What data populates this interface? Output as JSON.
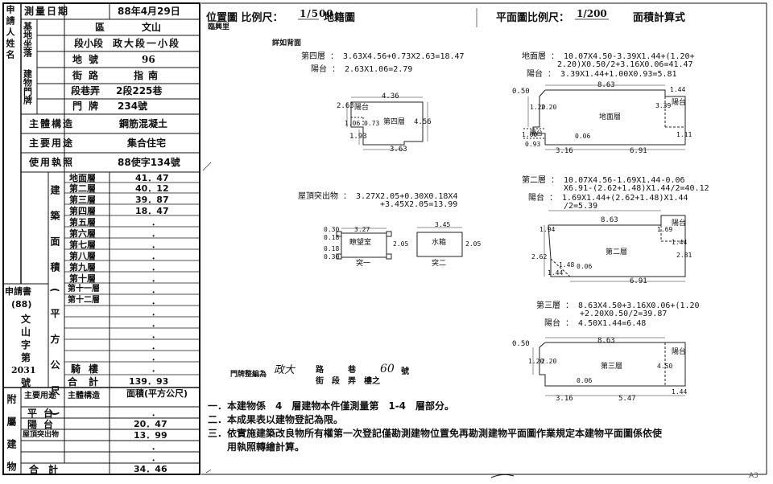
{
  "left_table": {
    "applicant_label": "申請人姓名",
    "survey_date_label": "測量日期",
    "survey_date_value": "88年4月29日",
    "base_label": "基地坐落",
    "district_label": "區",
    "district_value": "文山",
    "section_label": "段小段",
    "section_value": "政大段一小段",
    "lot_label": "地號",
    "lot_value": "96",
    "bldg_addr_label": "建物門牌",
    "street_label": "街路",
    "street_value": "指南",
    "lane_label": "段巷弄",
    "lane_value": "2段225巷",
    "door_label": "門牌",
    "door_value": "234號",
    "structure_label": "主體構造",
    "structure_value": "鋼筋混凝土",
    "use_label": "主要用途",
    "use_value": "集合住宅",
    "permit_label": "使用執照",
    "permit_value": "88使字134號",
    "area_section_label": "建築面積(平方公尺)",
    "floor_rows": [
      {
        "name": "地面層",
        "value": "41．47"
      },
      {
        "name": "第二層",
        "value": "40．12"
      },
      {
        "name": "第三層",
        "value": "39．87"
      },
      {
        "name": "第四層",
        "value": "18．47"
      },
      {
        "name": "第五層",
        "value": "．"
      },
      {
        "name": "第六層",
        "value": "．"
      },
      {
        "name": "第七層",
        "value": "．"
      },
      {
        "name": "第八層",
        "value": "．"
      },
      {
        "name": "第九層",
        "value": "．"
      },
      {
        "name": "第十層",
        "value": "．"
      },
      {
        "name": "第十一層",
        "value": "．"
      },
      {
        "name": "第十二層",
        "value": "．"
      },
      {
        "name": "",
        "value": "．"
      },
      {
        "name": "",
        "value": "．"
      },
      {
        "name": "",
        "value": "．"
      },
      {
        "name": "",
        "value": "．"
      },
      {
        "name": "",
        "value": "．"
      },
      {
        "name": "騎樓",
        "value": "．"
      },
      {
        "name": "合計",
        "value": "139．93"
      }
    ],
    "app_book_label": "申請書",
    "app_book_lines": [
      "(88)",
      "文",
      "山",
      "字",
      "第",
      "2031",
      "號"
    ],
    "annex_header": [
      "附屬建物",
      "主要用途",
      "主體構造",
      "面積(平方公尺)"
    ],
    "annex_rows": [
      {
        "use": "平台",
        "value": "．"
      },
      {
        "use": "陽台",
        "value": "20．47"
      },
      {
        "use": "屋頂突出物",
        "value": "13．99"
      },
      {
        "use": "",
        "value": "．"
      },
      {
        "use": "",
        "value": "．"
      },
      {
        "use": "合計",
        "value": "34．46"
      }
    ]
  },
  "diagram": {
    "location_title": "位置圖 比例尺：",
    "location_scale": "1/500",
    "cadastral": "地籍圖",
    "stamp_note": "臨興里",
    "detail_note": "詳如背面",
    "plan_title": "平面圖比例尺：",
    "plan_scale": "1/200",
    "area_calc": "面積計算式",
    "floor4": {
      "formula": "第四層 ： 3.63X4.56+0.73X2.63=18.47",
      "balcony": "陽台 ： 2.63X1.06=2.79",
      "label": "第四層",
      "balcony_label": "陽台",
      "dims": [
        "4.36",
        "2.63",
        "1.06",
        "0.73",
        "4.56",
        "1.93",
        "3.63"
      ]
    },
    "roof": {
      "formula_1": "屋頂突出物 ： 3.27X2.05+0.30X0.18X4",
      "formula_2": "+3.45X2.05=13.99",
      "room1": "瞭望室",
      "room2": "水箱",
      "label1": "突一",
      "label2": "突二",
      "dims": [
        "3.27",
        "0.30",
        "0.18",
        "0.18",
        "0.30",
        "2.05",
        "3.45",
        "2.05"
      ]
    },
    "ground": {
      "formula_1": "地面層 ： 10.07X4.50-3.39X1.44+(1.20+",
      "formula_2": "2.20)X0.50/2+3.16X0.06=41.47",
      "balcony": "陽台 ： 3.39X1.44+1.00X0.93=5.81",
      "label": "地面層",
      "balcony_label": "陽台",
      "balcony_label2": "陽台",
      "dims": [
        "8.63",
        "0.50",
        "1.44",
        "1.20",
        "2.20",
        "3.39",
        "1.00",
        "0.06",
        "1.11",
        "0.93",
        "3.16",
        "6.91"
      ]
    },
    "floor2": {
      "formula_1": "第二層 ： 10.07X4.56-1.69X1.44-0.06",
      "formula_2": "X6.91-(2.62+1.48)X1.44/2=40.12",
      "balcony_1": "陽台 ： 1.69X1.44+(2.62+1.48)X1.44",
      "balcony_2": "/2=5.39",
      "label": "第二層",
      "balcony_label": "陽台",
      "dims": [
        "8.63",
        "1.94",
        "1.69",
        "1.44",
        "2.62",
        "1.48",
        "0.06",
        "2.81",
        "1.44",
        "6.91"
      ]
    },
    "floor3": {
      "formula_1": "第三層 ： 8.63X4.50+3.16X0.06+(1.20",
      "formula_2": "+2.20X0.50/2=39.87",
      "balcony": "陽台 ： 4.50X1.44=6.48",
      "label": "第三層",
      "balcony_label": "陽台",
      "dims": [
        "8.63",
        "0.50",
        "1.20",
        "2.20",
        "4.50",
        "0.06",
        "1.44",
        "3.16",
        "5.47"
      ]
    },
    "door_note_1": "門牌整編為",
    "door_note_2": "路　　　巷",
    "door_note_3": "街　段　弄　樓之",
    "door_note_4": "號",
    "door_hand": "60",
    "door_hand2": "政大",
    "notes": [
      "一．本建物係　4　層建物本件僅測量第　1-4　層部分。",
      "二．本成果表以建物登記為限。",
      "三．依實施建築改良物所有權第一次登記僅勘測建物位置免再勘測建物平面圖作業規定本建物平面圖係依使",
      "　　用執照轉繪計算。"
    ],
    "bottom_mark": "A3"
  }
}
